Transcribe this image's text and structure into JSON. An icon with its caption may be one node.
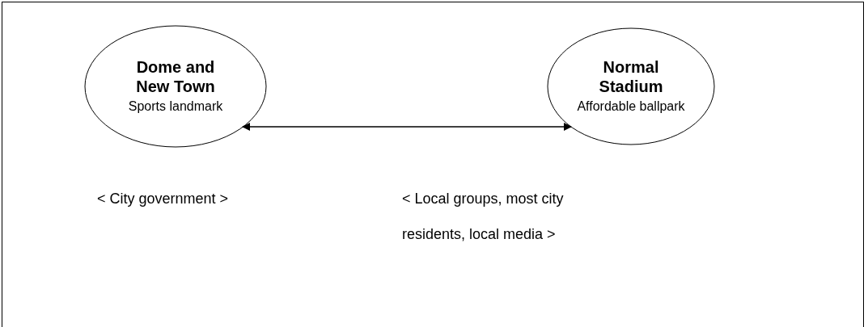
{
  "diagram": {
    "nodes": [
      {
        "text": [
          "Dome and New Town",
          "Sports landmark"
        ]
      },
      {
        "text": [
          "Normal Stadium",
          "Affordable ballpark"
        ]
      }
    ],
    "edges": [
      {
        "from": 0,
        "to": 1,
        "arrow": "both"
      }
    ],
    "labels": [
      "< City government >",
      "< Local groups, most city residents, local media >"
    ]
  }
}
